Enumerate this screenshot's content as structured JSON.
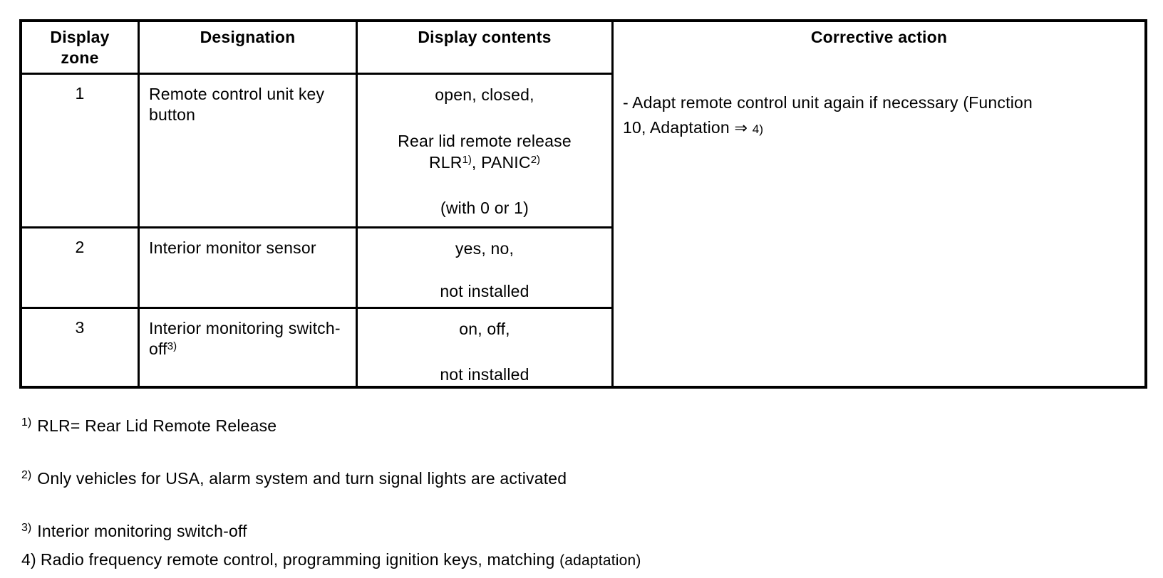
{
  "table": {
    "headers": {
      "zone": "Display zone",
      "designation": "Designation",
      "contents": "Display contents",
      "corrective": "Corrective action"
    },
    "rows": [
      {
        "zone": "1",
        "designation": "Remote control unit key button",
        "contents": {
          "line1": "open, closed,",
          "line2": "Rear lid remote release",
          "line3_pre": "RLR",
          "line3_sup1": "1)",
          "line3_mid": ", PANIC",
          "line3_sup2": "2)",
          "line4": "(with 0 or 1)"
        }
      },
      {
        "zone": "2",
        "designation": "Interior monitor sensor",
        "contents": {
          "line1": "yes, no,",
          "line2": "not installed"
        }
      },
      {
        "zone": "3",
        "designation_main": "Interior monitoring switch-off",
        "designation_sup": "3)",
        "contents": {
          "line1": "on, off,",
          "line2": "not installed"
        }
      }
    ],
    "corrective": {
      "line1": "- Adapt remote control unit again if necessary (Function",
      "line2": "10, Adaptation",
      "arrow": "⇒",
      "ref": "4)"
    }
  },
  "footnotes": [
    {
      "marker": "1)",
      "text": "RLR= Rear Lid Remote Release"
    },
    {
      "marker": "2)",
      "text": "Only vehicles for USA, alarm system and turn signal lights are activated"
    },
    {
      "marker": "3)",
      "text": "Interior monitoring switch-off"
    },
    {
      "marker": "4)",
      "text": "Radio frequency remote control, programming ignition keys, matching",
      "suffix": "(adaptation)"
    }
  ]
}
